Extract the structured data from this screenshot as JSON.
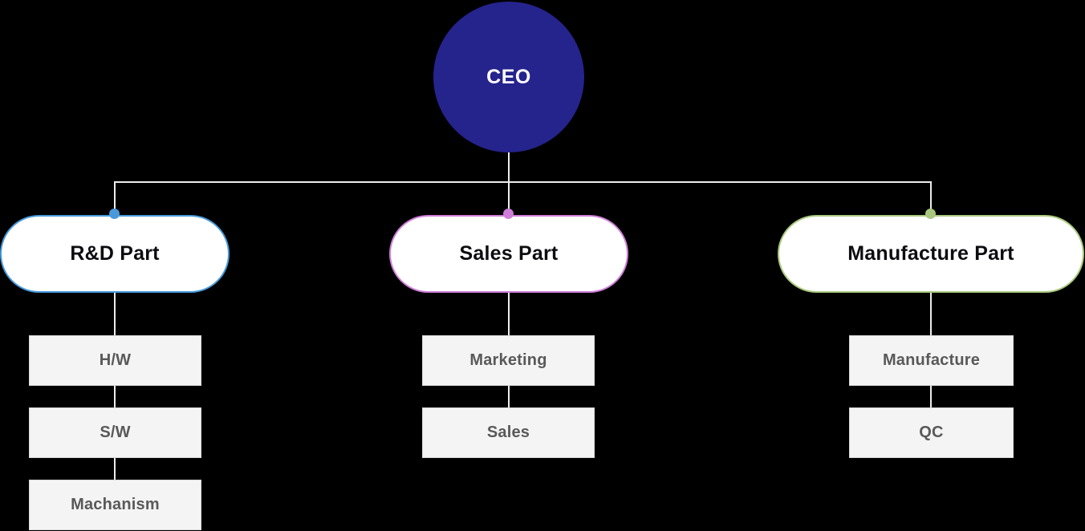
{
  "chart": {
    "title": "organization-chart",
    "connector_color": "#ededed",
    "node_fill": "#ffffff",
    "child_fill": "#f4f4f4",
    "child_border": "#d8d8d8",
    "child_text": "#595959",
    "root": {
      "label": "CEO",
      "fill": "#25238c",
      "text_color": "#ffffff"
    },
    "branches": [
      {
        "label": "R&D Part",
        "accent": "#4799dc",
        "children": [
          "H/W",
          "S/W",
          "Machanism"
        ]
      },
      {
        "label": "Sales Part",
        "accent": "#ce7ed8",
        "children": [
          "Marketing",
          "Sales"
        ]
      },
      {
        "label": "Manufacture Part",
        "accent": "#a9c87d",
        "children": [
          "Manufacture",
          "QC"
        ]
      }
    ]
  }
}
